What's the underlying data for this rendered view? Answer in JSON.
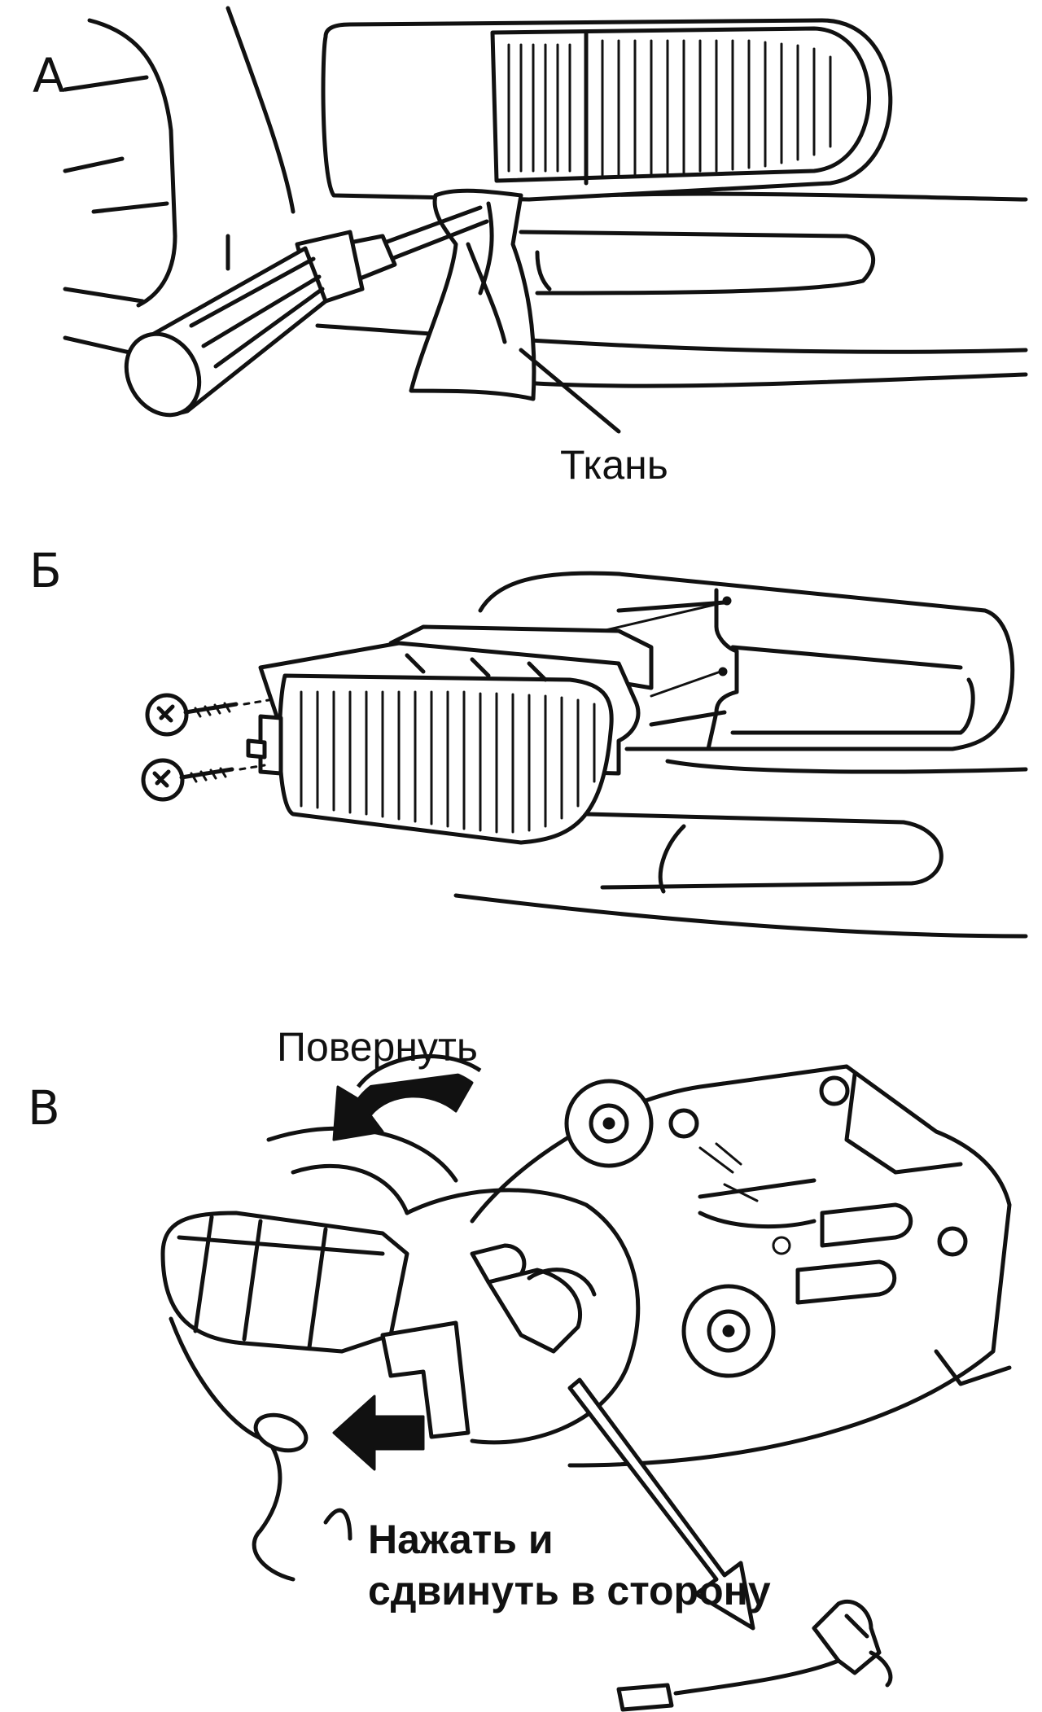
{
  "panels": [
    {
      "id": "A",
      "letter": "А",
      "labels": [
        "Ткань"
      ]
    },
    {
      "id": "B",
      "letter": "Б",
      "labels": []
    },
    {
      "id": "C",
      "letter": "В",
      "labels": [
        "Повернуть",
        "Нажать и",
        "сдвинуть в сторону"
      ]
    }
  ],
  "icons": {
    "panel_a": [
      "screwdriver-icon",
      "cloth-icon",
      "fog-lamp-icon",
      "bumper-icon"
    ],
    "panel_b": [
      "fog-lamp-icon",
      "screw-icon",
      "bumper-icon"
    ],
    "panel_c": [
      "rotate-arrow-icon",
      "push-arrow-icon",
      "pull-arrow-icon",
      "bulb-icon",
      "connector-icon"
    ]
  }
}
